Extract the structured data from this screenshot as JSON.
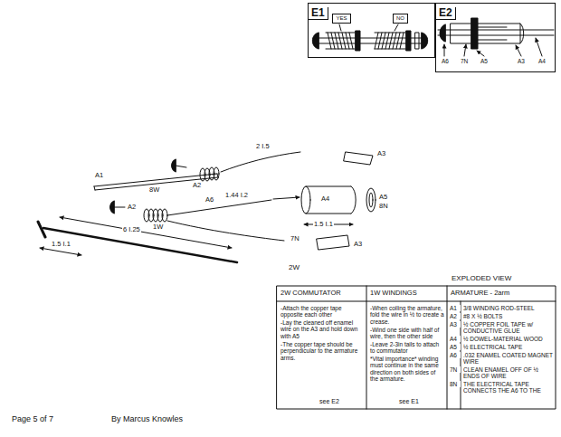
{
  "diagram": {
    "nodes": [
      {
        "text": [
          "E1"
        ]
      },
      {
        "text": [
          "YES"
        ],
        "in": 0
      },
      {
        "text": [
          "NO"
        ],
        "in": 0
      },
      {
        "text": [
          "E2"
        ]
      }
    ],
    "labels": [
      "A6",
      "7N",
      "A5",
      "A3",
      "A4",
      "A1",
      "8W",
      "A2",
      "A2",
      "1W",
      "2 I.5",
      "A3",
      "A6",
      "1.44 I.2",
      "A4",
      "1.5 I.1",
      "A5",
      "8N",
      "A3",
      "7N",
      "1.5 I.1",
      "6 I.25",
      "2W",
      "EXPLODED VIEW",
      "2W COMMUTATOR",
      "1W WINDINGS",
      "ARMATURE - 2arm",
      "-Attach the copper tape opposite each other",
      "-Lay the cleaned off enamel wire on the A3 and hold down with A5",
      "-The copper tape should be perpendicular to the armature arms.",
      "see E2",
      "-When coiling the armature, fold the wire in ½ to create a crease.",
      "-Wind one side with half of wire, then the other side",
      "-Leave 2-3in tails to attach to commutator",
      "*Vital importance* winding must continue in the same direction on both sides of the armature.",
      "see E1",
      "A1",
      "3/8 WINDING ROD-STEEL",
      "A2",
      "#8 X ½ BOLTS",
      "A3",
      "½ COPPER FOIL TAPE w/ CONDUCTIVE GLUE",
      "A4",
      "½ DOWEL-MATERIAL WOOD",
      "A5",
      "½ ELECTRICAL TAPE",
      "A6",
      ".032 ENAMEL COATED MAGNET WIRE",
      "7N",
      "CLEAN ENAMEL OFF OF ½ ENDS OF WIRE",
      "8N",
      "THE ELECTRICAL TAPE CONNECTS THE A6 TO THE",
      "Page 5 of 7",
      "By Marcus Knowles"
    ]
  }
}
